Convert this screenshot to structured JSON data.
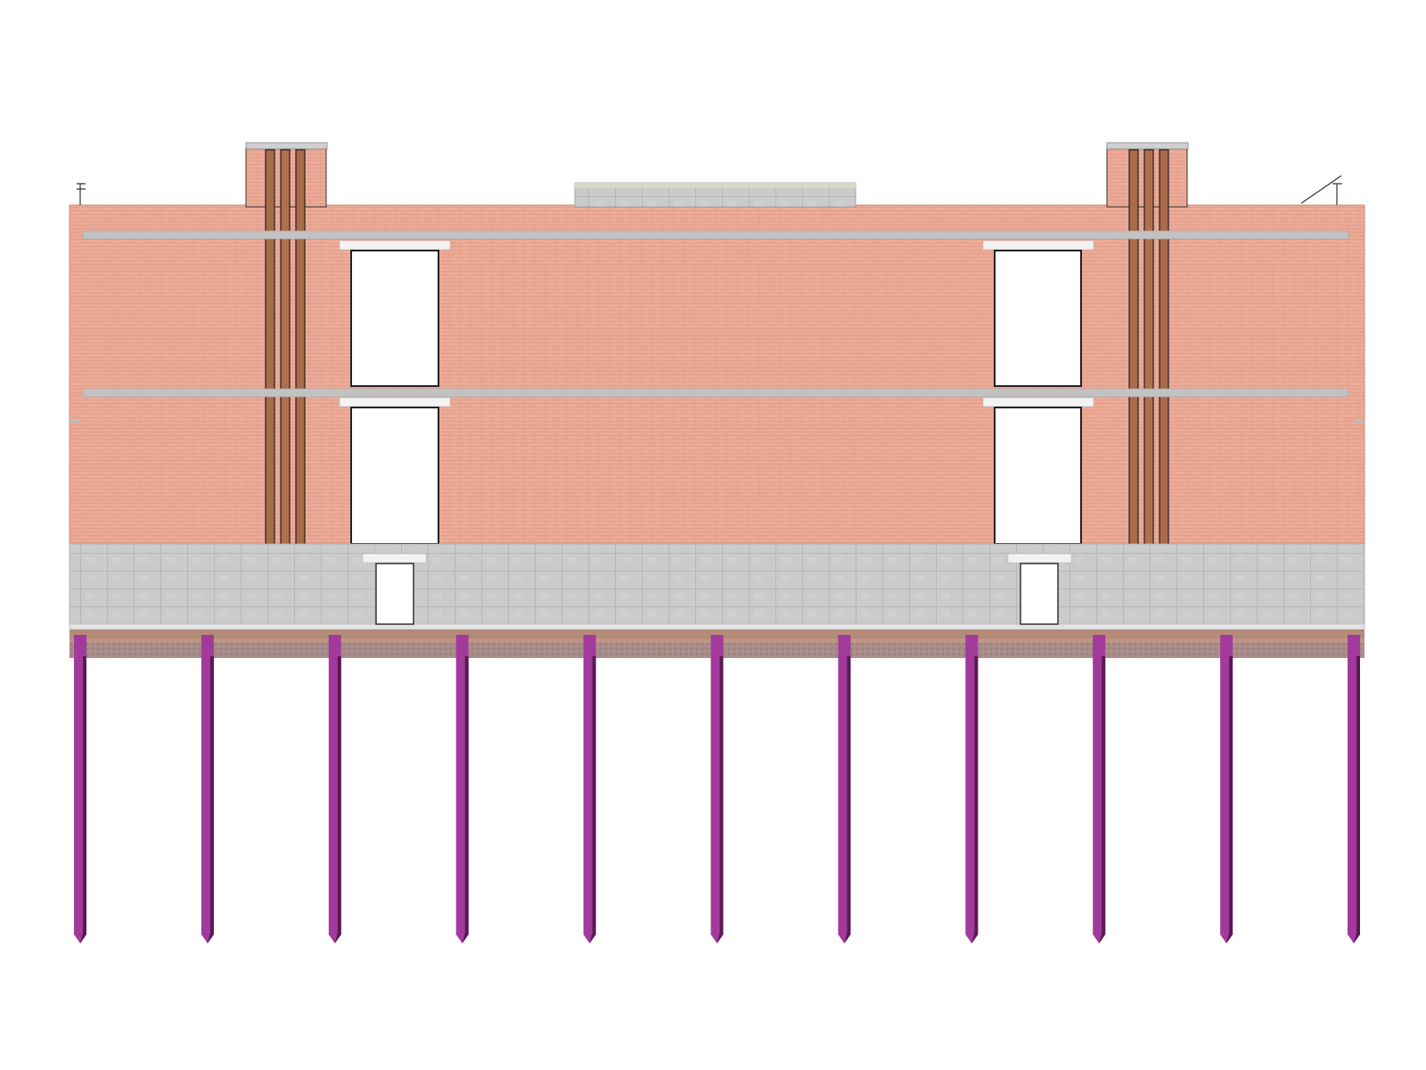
{
  "drawing": {
    "view": "building-elevation-section",
    "palette": {
      "brick": "#ecaa96",
      "brick_joint": "#d98f7a",
      "concrete_band": "#c2c2c2",
      "lintel": "#f1f1f1",
      "opening": "#ffffff",
      "basement_concrete": "#cacaca",
      "basement_grid": "#b9b9b9",
      "footing": "#b48a78",
      "pile": "#a23a9c",
      "pile_shade": "#5a1a56",
      "chimney_flue": "#a96b4a",
      "roof_cap": "#d9d9d9",
      "outline": "#555555"
    },
    "structure": {
      "storeys_above_ground": 2,
      "basement_levels": 1,
      "chimney_stacks": 2,
      "flues_per_stack": 3,
      "window_openings": 4,
      "basement_openings": 2,
      "piles": 11,
      "roof_antennas": 2
    }
  }
}
